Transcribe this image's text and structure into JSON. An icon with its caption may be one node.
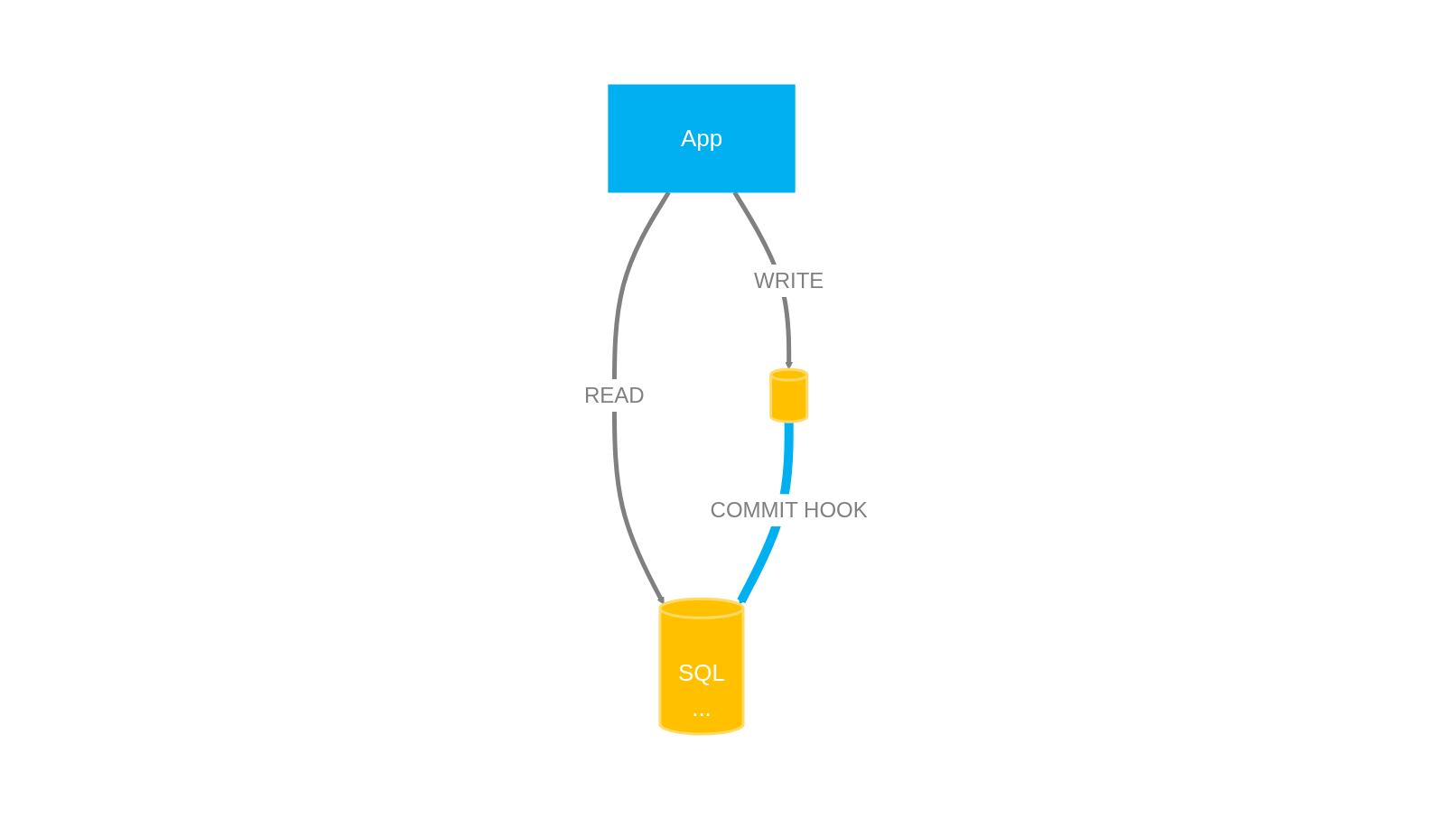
{
  "diagram": {
    "nodes": [
      {
        "text": [
          "App"
        ]
      },
      {
        "text": [],
        "shape": "cylinder"
      },
      {
        "text": [
          "SQL",
          "..."
        ]
      }
    ],
    "edges": [
      {
        "from": 0,
        "to": 1,
        "arrow": "to",
        "label": "WRITE"
      },
      {
        "from": 0,
        "to": 2,
        "arrow": "to",
        "label": "READ"
      },
      {
        "from": 1,
        "to": 2,
        "arrow": "to",
        "label": "COMMIT HOOK",
        "style": "thick",
        "color": "#00b0f0"
      }
    ]
  }
}
